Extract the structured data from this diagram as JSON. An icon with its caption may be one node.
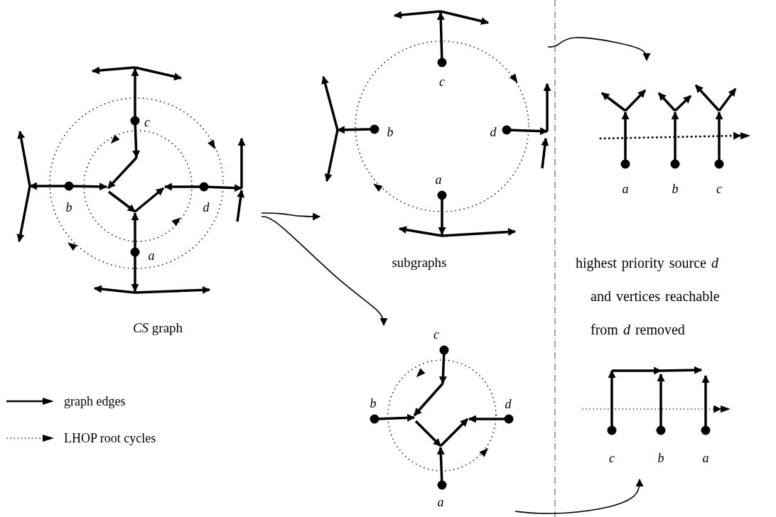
{
  "diagram": {
    "nodes": [
      {
        "text": [
          "c",
          "b",
          "d",
          "a"
        ],
        "beside": [
          "*CS* graph"
        ]
      },
      {
        "text": [
          "c",
          "b",
          "d",
          "a"
        ]
      },
      {
        "text": [
          "c",
          "b",
          "d",
          "a"
        ]
      },
      {
        "text": [
          "a",
          "b",
          "c"
        ]
      },
      {
        "text": [
          "c",
          "b",
          "a"
        ]
      }
    ],
    "edges": [
      {
        "from": 0,
        "to": 1,
        "arrow": "to"
      },
      {
        "from": 0,
        "to": 2,
        "arrow": "to"
      },
      {
        "from": 1,
        "to": 3,
        "arrow": "to"
      },
      {
        "from": 2,
        "to": 4,
        "arrow": "to"
      }
    ],
    "labels": [
      "subgraphs",
      "highest priority source *d* and vertices reachable from *d* removed"
    ],
    "legend": [
      {
        "text": "graph edges"
      },
      {
        "text": "LHOP root cycles"
      }
    ]
  }
}
